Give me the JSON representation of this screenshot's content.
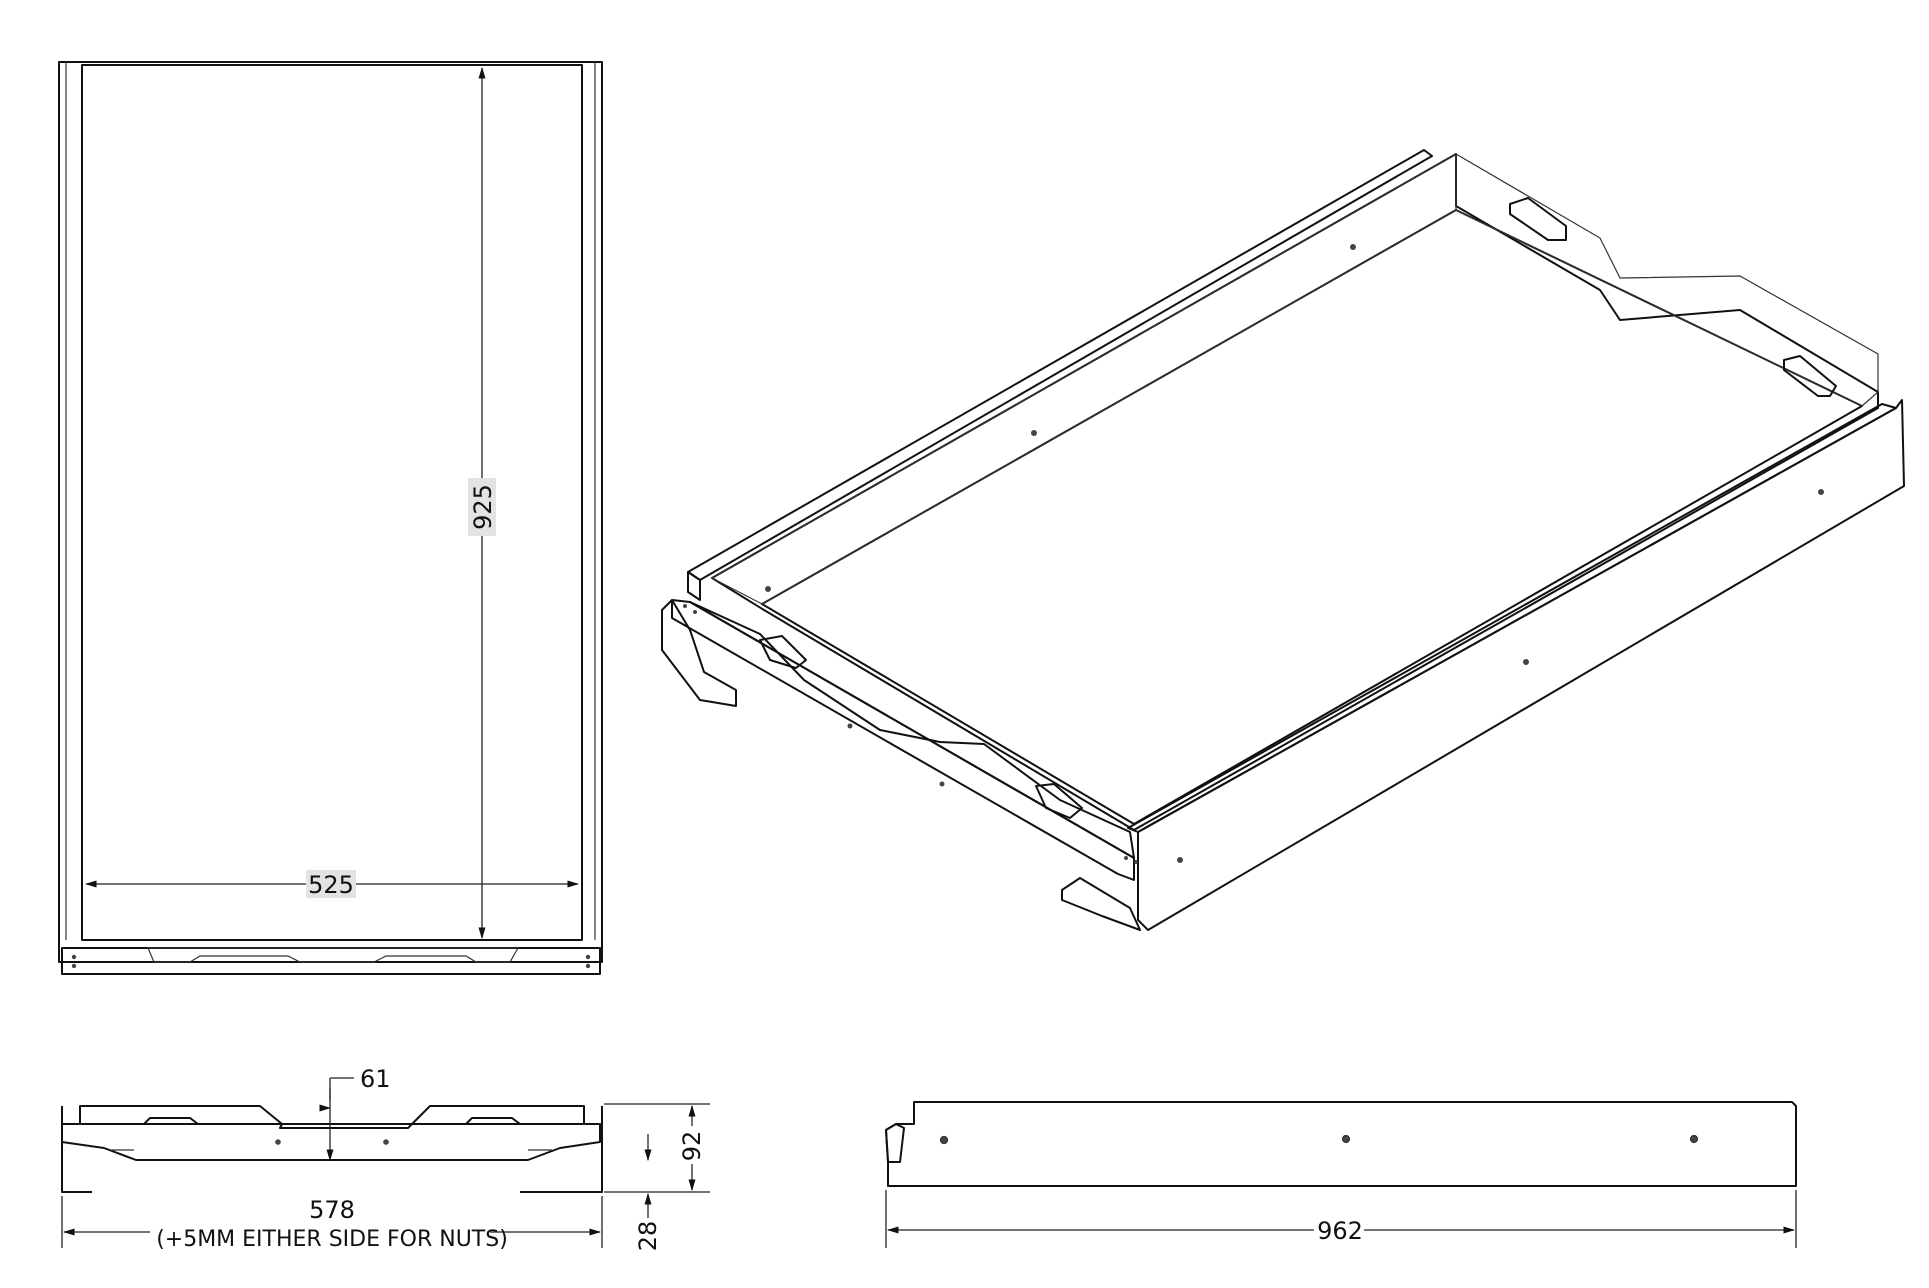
{
  "dimensions": {
    "top_view_height": "925",
    "top_view_width": "525",
    "front_view_lip_depth": "61",
    "front_view_overall_width": "578",
    "front_view_width_note": "(+5MM EITHER SIDE FOR NUTS)",
    "front_view_height": "92",
    "front_view_base_height": "28",
    "side_view_length": "962"
  },
  "colors": {
    "panel_light": "#e6e7e7",
    "panel_mid": "#b5b6b6",
    "panel_dark": "#6f7070",
    "line": "#111111"
  }
}
